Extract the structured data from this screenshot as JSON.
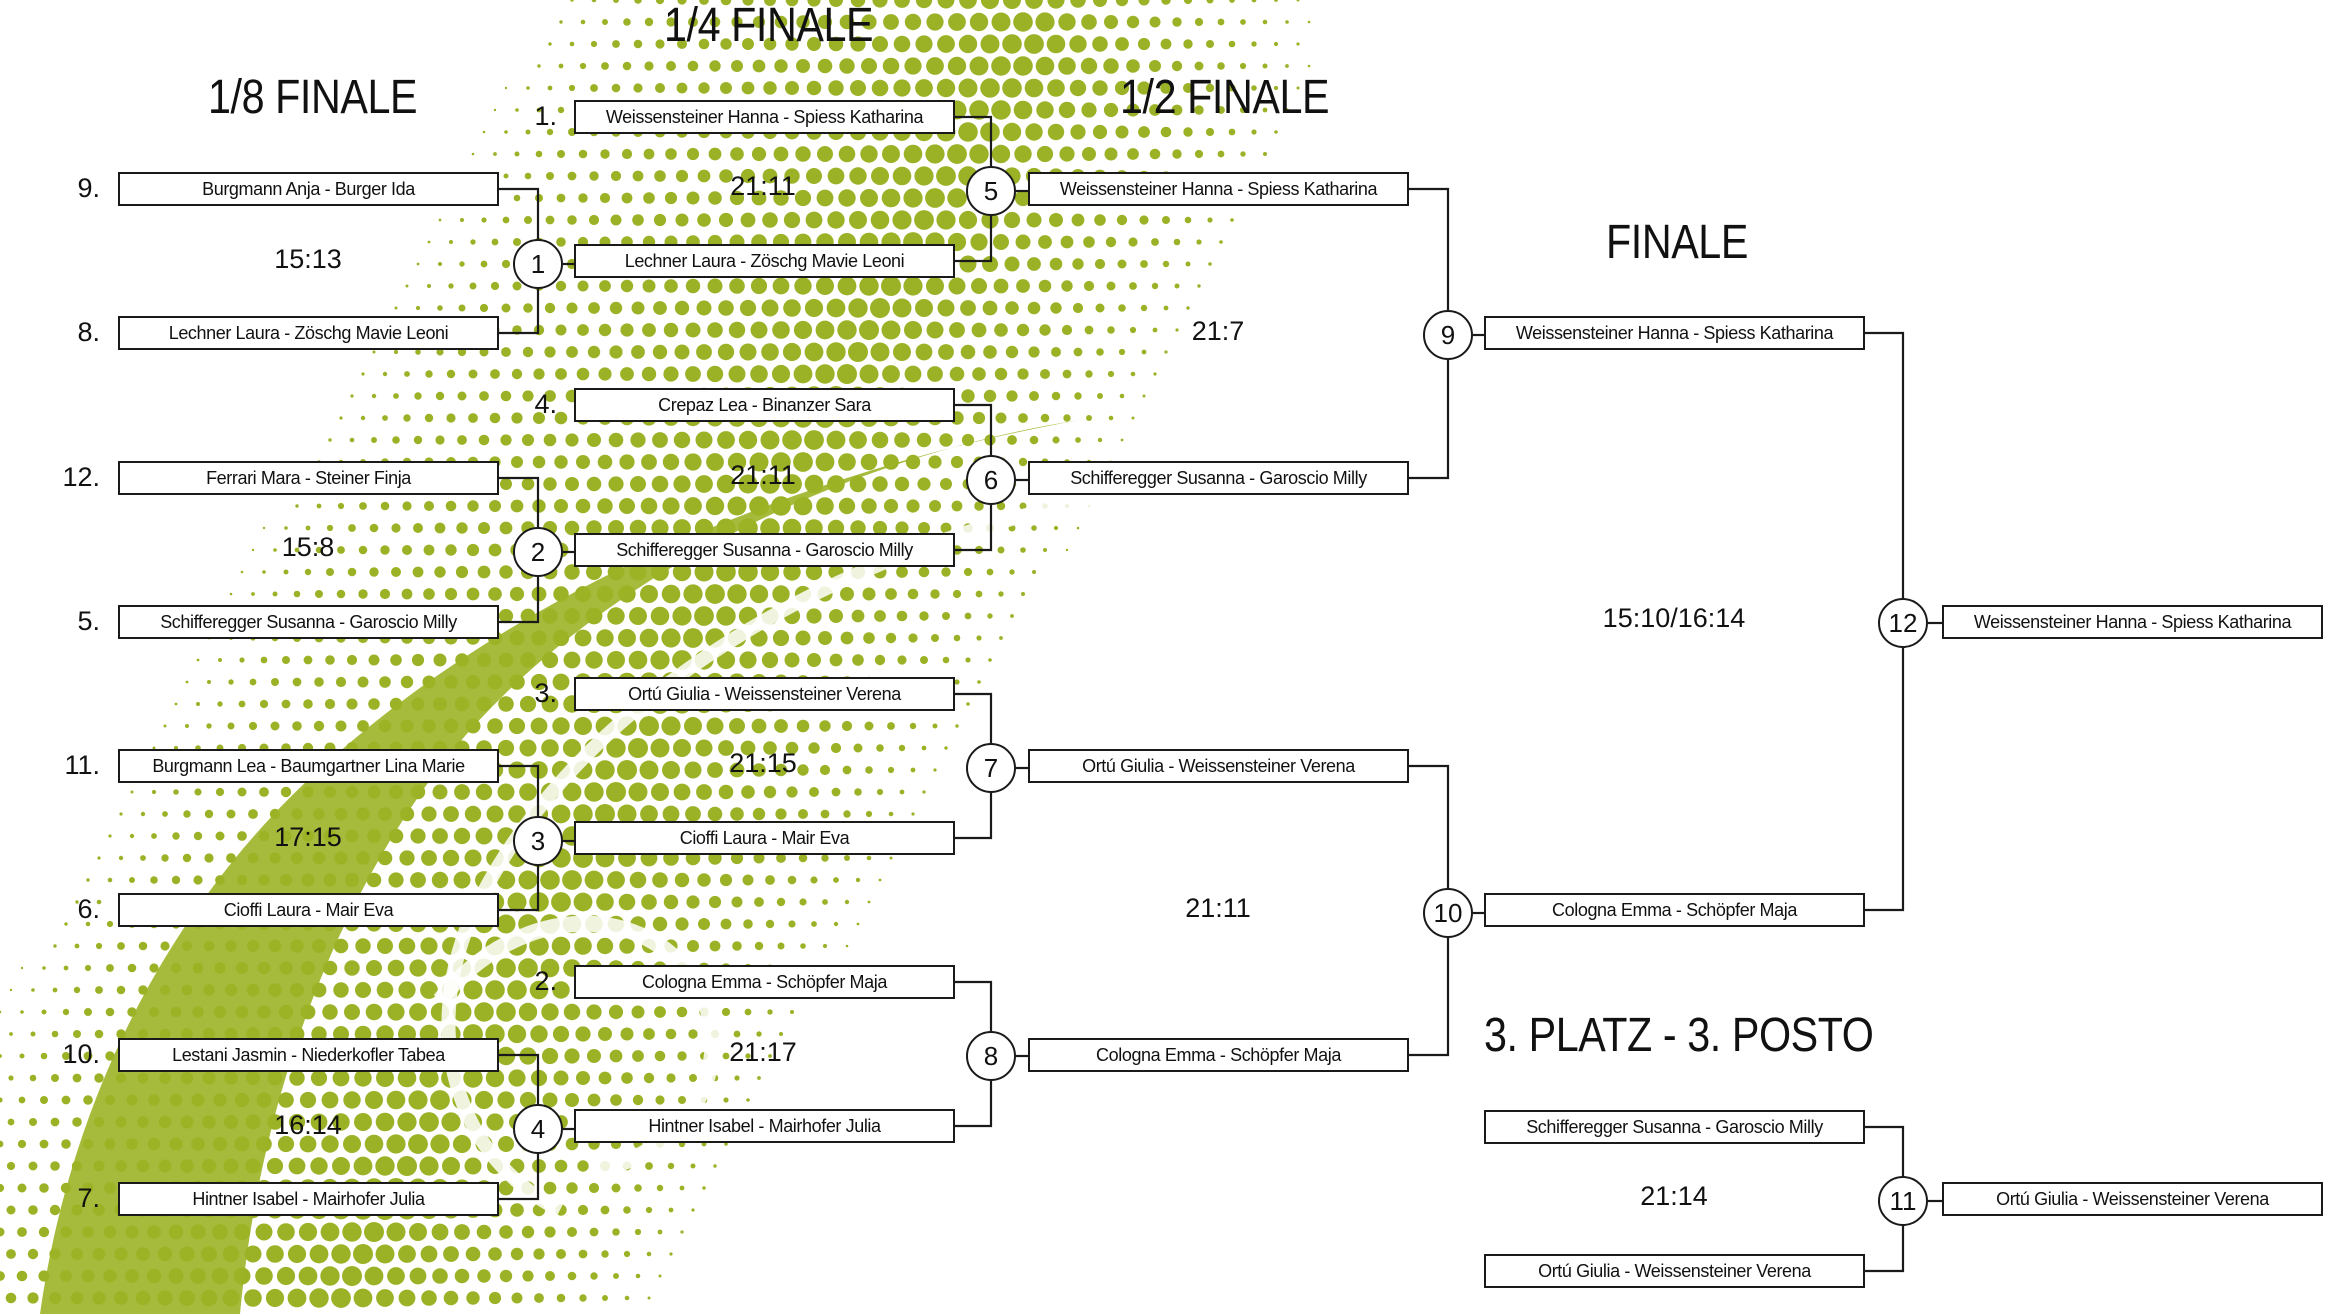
{
  "colors": {
    "accent": "#9cb226",
    "line": "#1a1a1a",
    "text": "#111111"
  },
  "headings": {
    "round_of_16": "1/8 FINALE",
    "quarter_final": "1/4 FINALE",
    "semi_final": "1/2 FINALE",
    "final": "FINALE",
    "third_place": "3. PLATZ - 3. POSTO"
  },
  "round_of_16": {
    "seeds": [
      "9.",
      "8.",
      "12.",
      "5.",
      "11.",
      "6.",
      "10.",
      "7."
    ],
    "teams": [
      "Burgmann Anja - Burger Ida",
      "Lechner Laura - Zöschg Mavie Leoni",
      "Ferrari Mara - Steiner Finja",
      "Schifferegger Susanna - Garoscio Milly",
      "Burgmann Lea - Baumgartner Lina Marie",
      "Cioffi Laura - Mair Eva",
      "Lestani Jasmin - Niederkofler Tabea",
      "Hintner Isabel - Mairhofer Julia"
    ],
    "match_numbers": [
      "1",
      "2",
      "3",
      "4"
    ],
    "scores": [
      "15:13",
      "15:8",
      "17:15",
      "16:14"
    ]
  },
  "quarter_final": {
    "seeds": [
      "1.",
      "4.",
      "3.",
      "2."
    ],
    "teams": [
      "Weissensteiner Hanna - Spiess Katharina",
      "Lechner Laura - Zöschg Mavie Leoni",
      "Crepaz Lea - Binanzer Sara",
      "Schifferegger Susanna - Garoscio Milly",
      "Ortú Giulia - Weissensteiner Verena",
      "Cioffi Laura - Mair Eva",
      "Cologna Emma - Schöpfer Maja",
      "Hintner Isabel - Mairhofer Julia"
    ],
    "match_numbers": [
      "5",
      "6",
      "7",
      "8"
    ],
    "scores": [
      "21:11",
      "21:11",
      "21:15",
      "21:17"
    ]
  },
  "semi_final": {
    "teams": [
      "Weissensteiner Hanna - Spiess Katharina",
      "Schifferegger Susanna - Garoscio Milly",
      "Ortú Giulia - Weissensteiner Verena",
      "Cologna Emma - Schöpfer Maja"
    ],
    "match_numbers": [
      "9",
      "10"
    ],
    "scores": [
      "21:7",
      "21:11"
    ]
  },
  "final": {
    "teams": [
      "Weissensteiner Hanna - Spiess Katharina",
      "Cologna Emma - Schöpfer Maja"
    ],
    "match_number": "12",
    "score": "15:10/16:14",
    "winner": "Weissensteiner Hanna - Spiess Katharina"
  },
  "third_place": {
    "teams": [
      "Schifferegger Susanna - Garoscio Milly",
      "Ortú Giulia - Weissensteiner Verena"
    ],
    "match_number": "11",
    "score": "21:14",
    "winner": "Ortú Giulia - Weissensteiner Verena"
  }
}
